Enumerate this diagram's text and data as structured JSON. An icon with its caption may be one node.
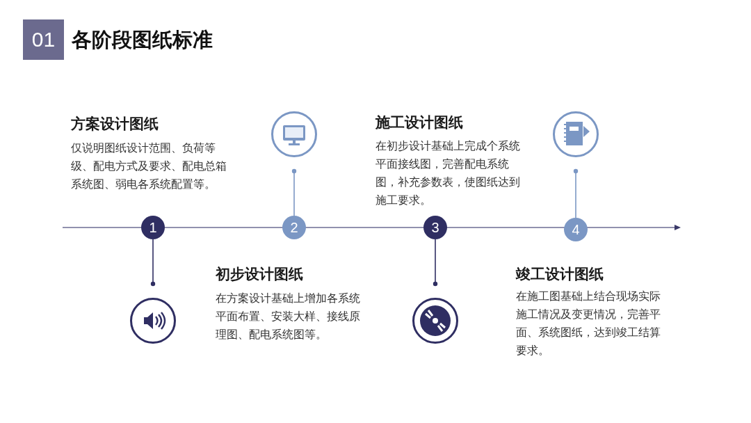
{
  "diagram": {
    "title": "各阶段图纸标准",
    "nodes": [
      {
        "text": [
          "01"
        ]
      },
      {
        "text": [
          "1"
        ]
      },
      {
        "text": [
          "2"
        ]
      },
      {
        "text": [
          "3"
        ]
      },
      {
        "text": [
          "4"
        ]
      },
      {
        "text": [],
        "shape": "circle"
      },
      {
        "text": [],
        "shape": "circle"
      },
      {
        "text": [],
        "shape": "circle"
      },
      {
        "text": [],
        "shape": "circle"
      }
    ],
    "edges": [
      {
        "from": 1,
        "to": 5,
        "arrow": "other"
      },
      {
        "from": 2,
        "to": 6,
        "arrow": "other",
        "color": "#7b97c4"
      },
      {
        "from": 3,
        "to": 7,
        "arrow": "other"
      },
      {
        "from": 4,
        "to": 8,
        "arrow": "other",
        "color": "#7b97c4"
      }
    ],
    "labels": [
      "方案设计图纸",
      "仅说明图纸设计范围、负荷等级、配电方式及要求、配电总箱系统图、弱电各系统配置等。",
      "施工设计图纸",
      "在初步设计基础上完成个系统平面接线图，完善配电系统图，补充参数表，使图纸达到施工要求。",
      "初步设计图纸",
      "在方案设计基础上增加各系统平面布置、安装大样、接线原理图、配电系统图等。",
      "竣工设计图纸",
      "在施工图基础上结合现场实际施工情况及变更情况，完善平面、系统图纸，达到竣工结算要求。"
    ]
  }
}
